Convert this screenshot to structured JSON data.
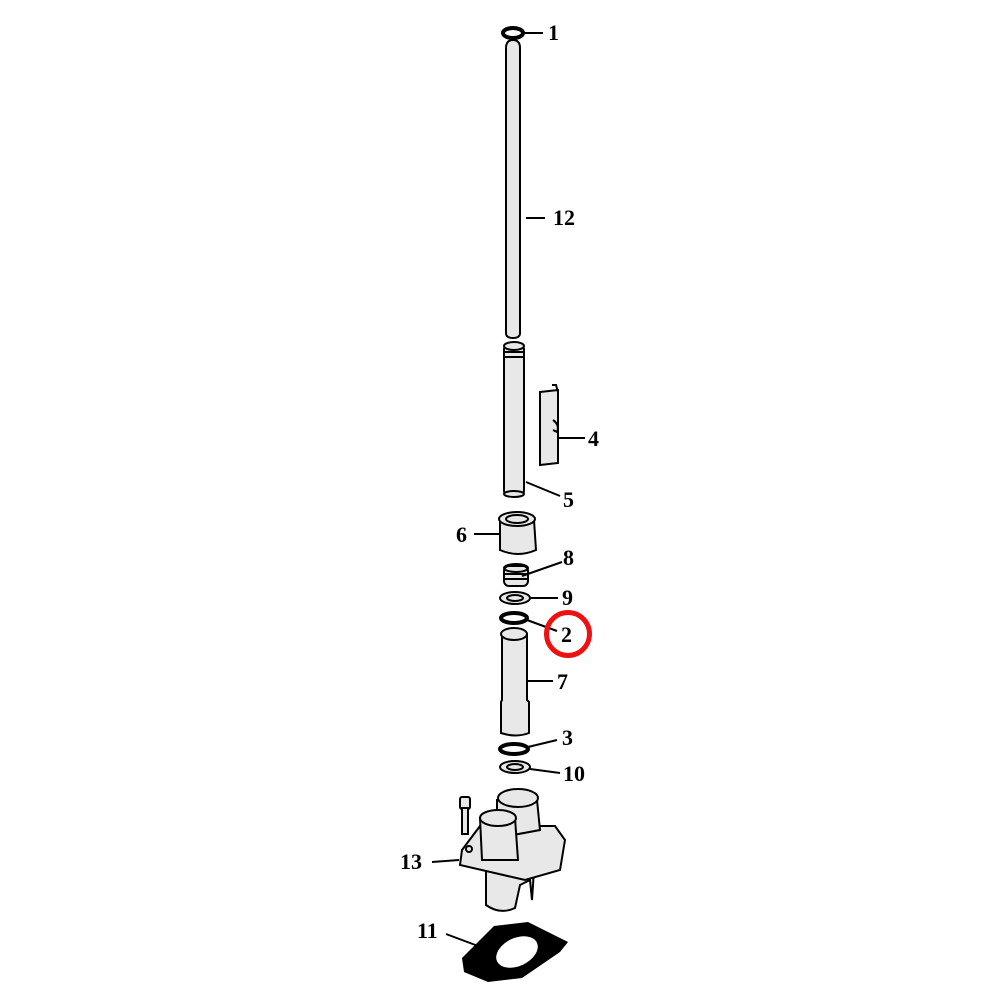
{
  "diagram": {
    "type": "exploded-parts-view",
    "highlight_color": "#ee1111",
    "highlighted_part": "2",
    "callouts": [
      {
        "id": "1",
        "label": "1",
        "part": "o-ring-top"
      },
      {
        "id": "12",
        "label": "12",
        "part": "pushrod"
      },
      {
        "id": "5",
        "label": "5",
        "part": "pushrod-cover-upper"
      },
      {
        "id": "4",
        "label": "4",
        "part": "cover-keeper"
      },
      {
        "id": "6",
        "label": "6",
        "part": "cover-cap"
      },
      {
        "id": "8",
        "label": "8",
        "part": "spring"
      },
      {
        "id": "9",
        "label": "9",
        "part": "washer-upper"
      },
      {
        "id": "2",
        "label": "2",
        "part": "o-ring-middle"
      },
      {
        "id": "7",
        "label": "7",
        "part": "pushrod-cover-lower"
      },
      {
        "id": "3",
        "label": "3",
        "part": "o-ring-lower"
      },
      {
        "id": "10",
        "label": "10",
        "part": "washer-lower"
      },
      {
        "id": "13",
        "label": "13",
        "part": "tappet-block"
      },
      {
        "id": "11",
        "label": "11",
        "part": "gasket"
      }
    ]
  }
}
